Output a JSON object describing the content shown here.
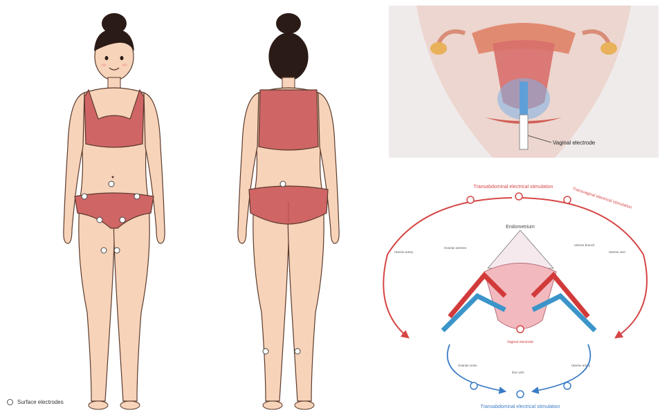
{
  "legend": {
    "icon": "circle-outline-icon",
    "label": "Surface electrodes"
  },
  "anatomy": {
    "electrode_label": "Vaginal electrode"
  },
  "pathways": {
    "top_label": "Transabdominal electrical stimulation",
    "top_right_label": "Transvaginal electrical stimulation",
    "center_label": "Endometrium",
    "bottom_label": "Transabdominal electrical stimulation",
    "vaginal_label": "Vaginal electrode",
    "small_labels": [
      "Uterine artery",
      "Ovarian arteries",
      "Uterine branch",
      "Uterine vein",
      "Ovarian veins",
      "Iliac vein",
      "Uterine artery"
    ]
  },
  "colors": {
    "skin": "#f7d3ba",
    "skin_shadow": "#e8b696",
    "outline": "#5a3a2c",
    "underwear": "#cf6565",
    "underwear_dark": "#b44f4f",
    "hair": "#2b1b17",
    "artery": "#d23a3a",
    "vein": "#3b95c9",
    "uterus": "#f2b9bf",
    "arrow_red": "#d64545",
    "arrow_blue": "#3a7cc6"
  }
}
